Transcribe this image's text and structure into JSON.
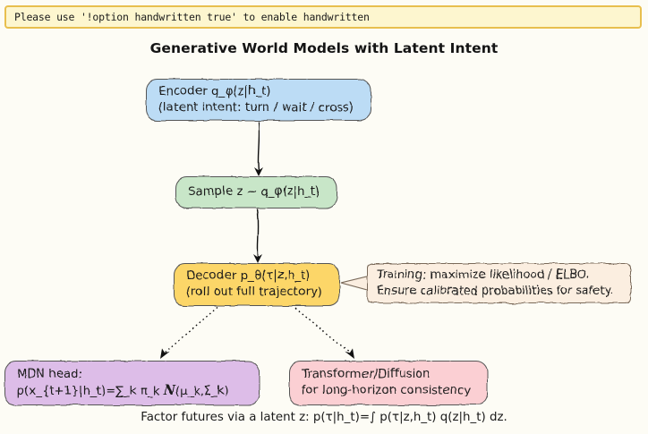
{
  "banner": {
    "text": "Please use '!option handwritten true' to enable handwritten"
  },
  "title": "Generative World Models with Latent Intent",
  "caption": "Factor futures via a latent z:  p(τ|h_t)=∫ p(τ|z,h_t) q(z|h_t) dz.",
  "nodes": {
    "encoder": {
      "line1": "Encoder q_φ(z|h_t)",
      "line2": "(latent intent: turn / wait / cross)",
      "color": "#bcdcf5"
    },
    "sample": {
      "line1": "Sample z ~ q_φ(z|h_t)",
      "color": "#c8e6c8"
    },
    "decoder": {
      "line1": "Decoder p_θ(τ|z,h_t)",
      "line2": "(roll out full trajectory)",
      "color": "#fcd667"
    },
    "note": {
      "line1": "Training: maximize likelihood / ELBO.",
      "line2": "Ensure calibrated probabilities for safety.",
      "color": "#fbeee0"
    },
    "mdn": {
      "line1": "MDN head:",
      "line2_a": "p(x_{t+1}|h_t)=∑_k π_k ",
      "line2_n": "N",
      "line2_b": "(μ_k,Σ_k)",
      "color": "#ddbde8"
    },
    "transformer": {
      "line1": "Transformer/Diffusion",
      "line2": "for long-horizon consistency",
      "color": "#fbcfd3"
    }
  },
  "colors": {
    "background": "#fdfcf5",
    "banner_fill": "#fdf6cf",
    "banner_border": "#e8bf4e",
    "edge": "#111111"
  }
}
